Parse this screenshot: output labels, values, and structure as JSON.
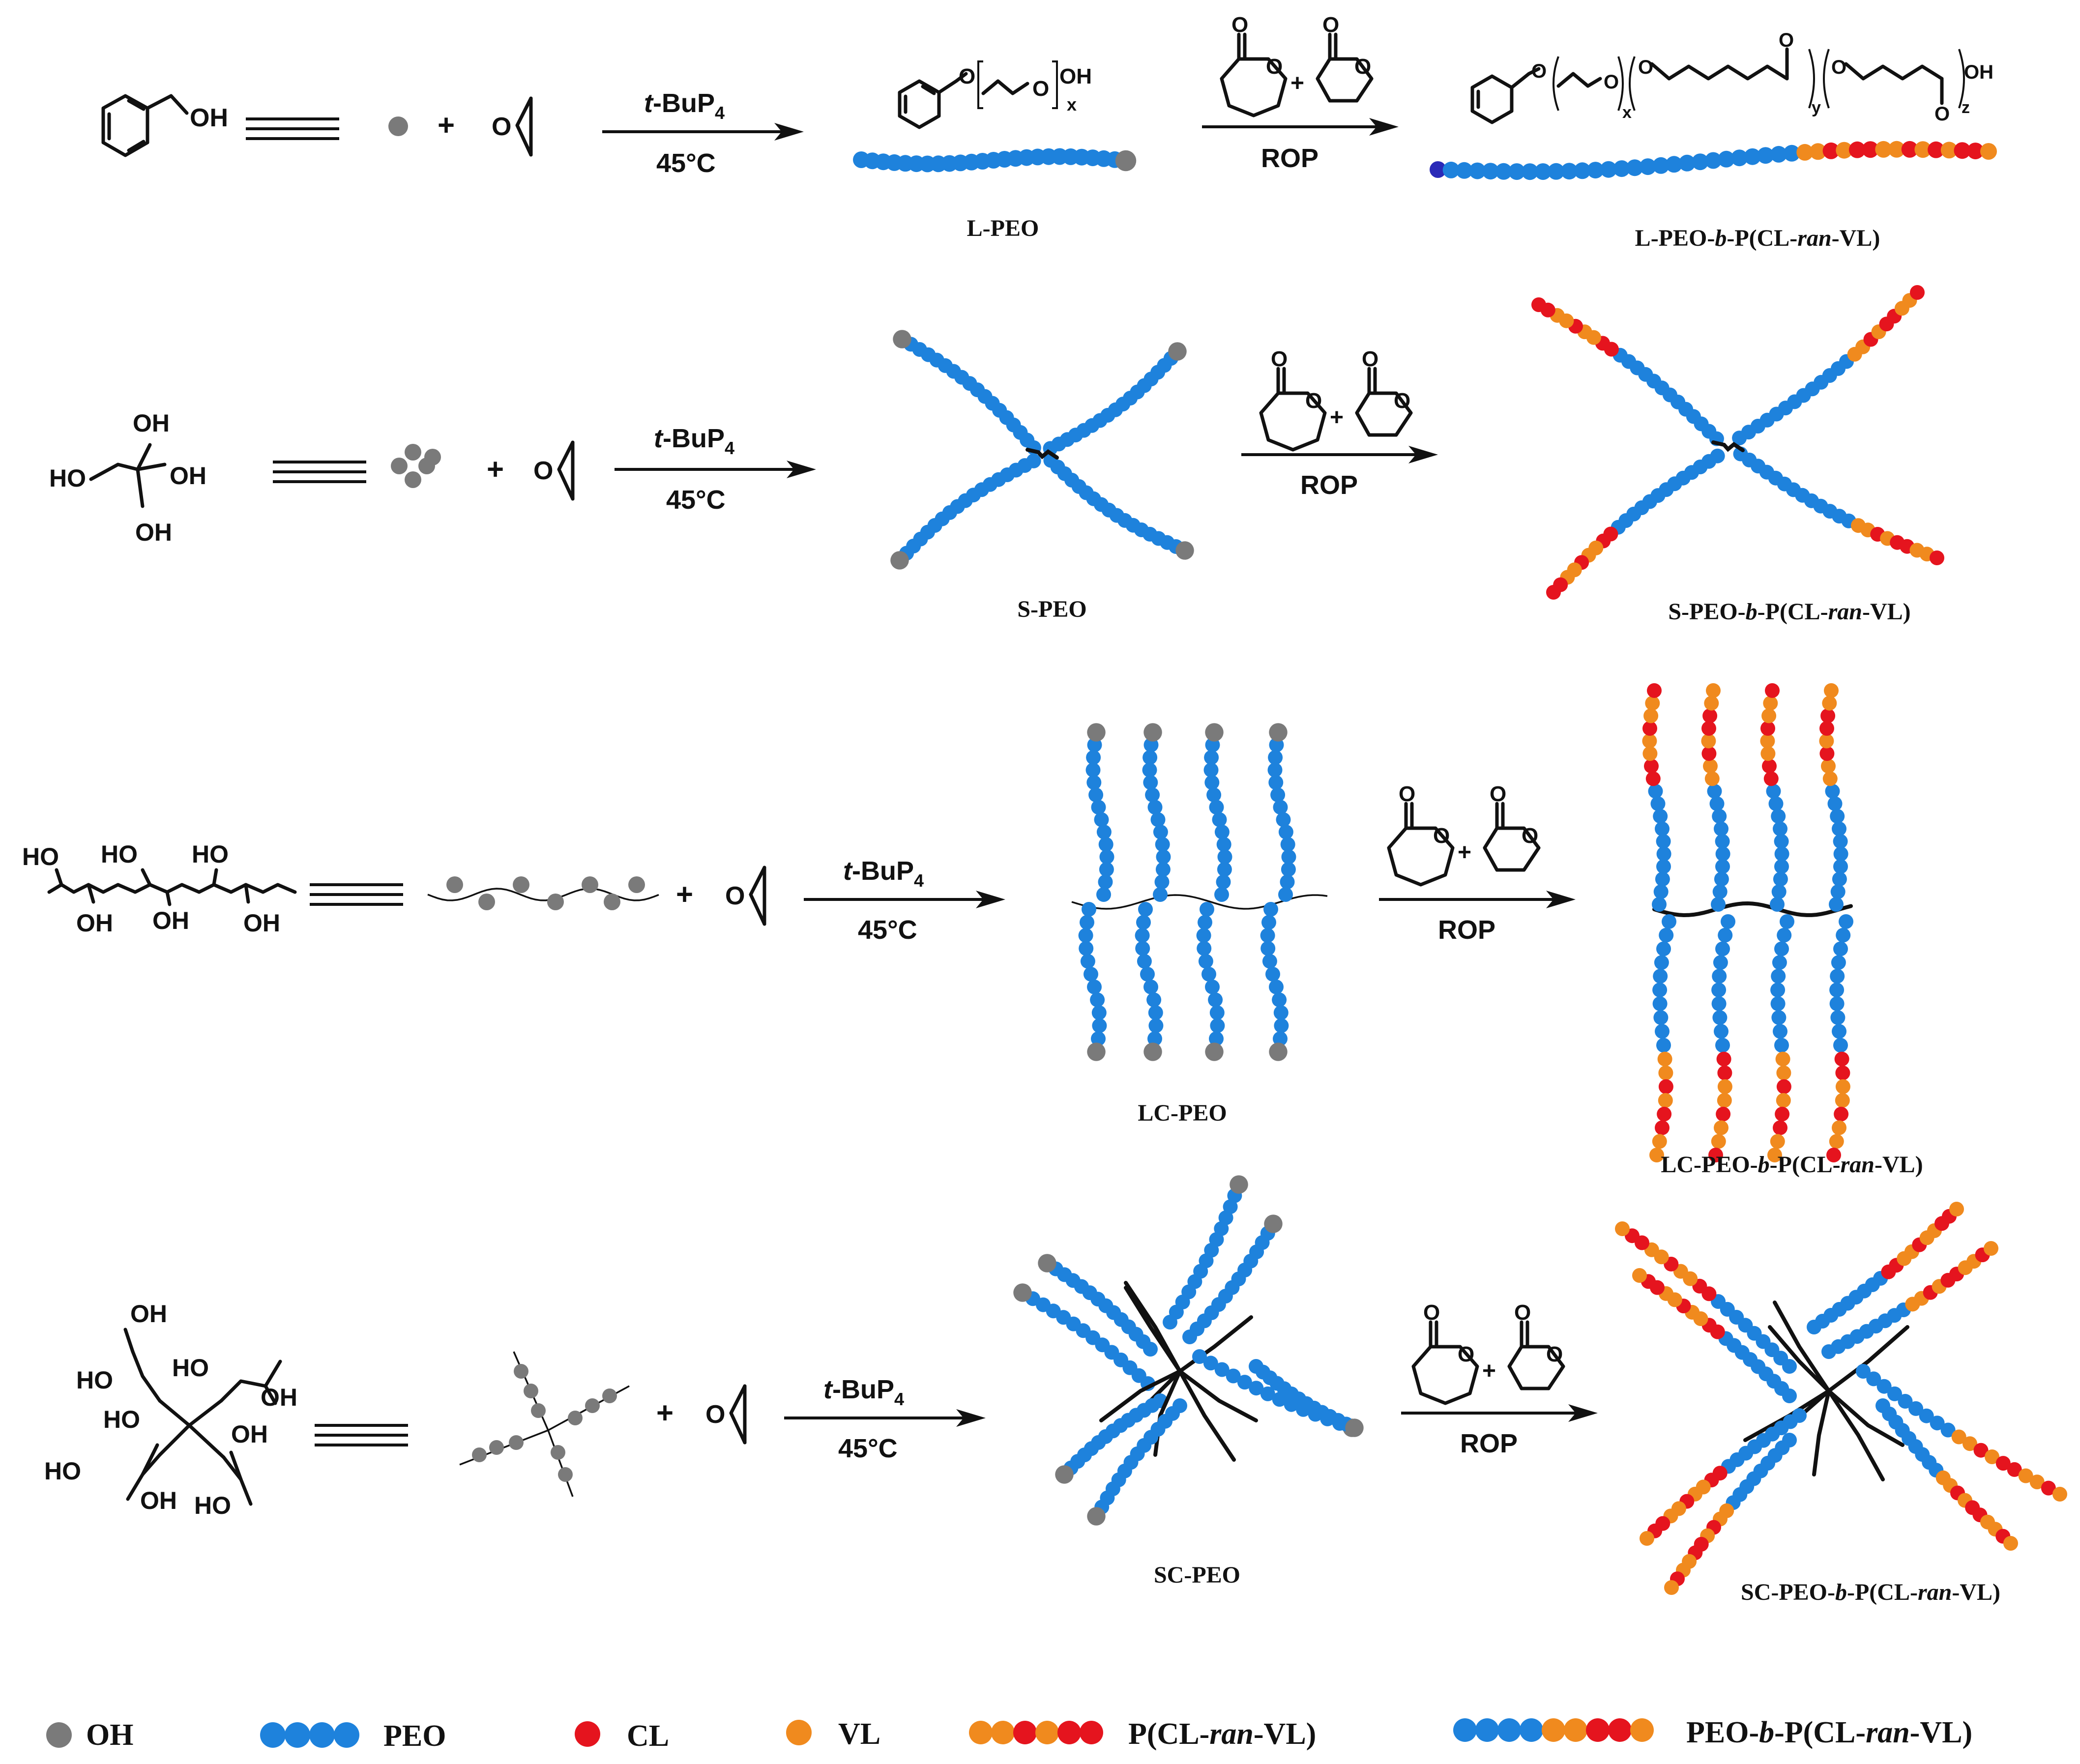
{
  "colors": {
    "oh": "#7a7a7a",
    "peo": "#1e82dc",
    "cl": "#e5141e",
    "vl": "#f08a1e",
    "initiator_end": "#2a2ab8"
  },
  "reagents": {
    "catalyst": "t-BuP",
    "catalyst_italic": "t",
    "catalyst_sub": "4",
    "temperature": "45°C",
    "rop": "ROP",
    "plus": "+",
    "epoxide_o": "O",
    "ring_o": "O"
  },
  "rows": [
    {
      "product_peo": "L-PEO",
      "product_block": "L-PEO-b-P(CL-ran-VL)"
    },
    {
      "product_peo": "S-PEO",
      "product_block": "S-PEO-b-P(CL-ran-VL)"
    },
    {
      "product_peo": "LC-PEO",
      "product_block": "LC-PEO-b-P(CL-ran-VL)"
    },
    {
      "product_peo": "SC-PEO",
      "product_block": "SC-PEO-b-P(CL-ran-VL)"
    }
  ],
  "chem_labels": {
    "oh": "OH",
    "ho": "HO",
    "o": "O",
    "x": "x",
    "y": "y",
    "z": "z"
  },
  "legend": [
    {
      "key": "oh",
      "label": "OH"
    },
    {
      "key": "peo",
      "label": "PEO"
    },
    {
      "key": "cl",
      "label": "CL"
    },
    {
      "key": "vl",
      "label": "VL"
    },
    {
      "key": "pclvl",
      "label": "P(CL-ran-VL)"
    },
    {
      "key": "block",
      "label": "PEO-b-P(CL-ran-VL)"
    }
  ]
}
